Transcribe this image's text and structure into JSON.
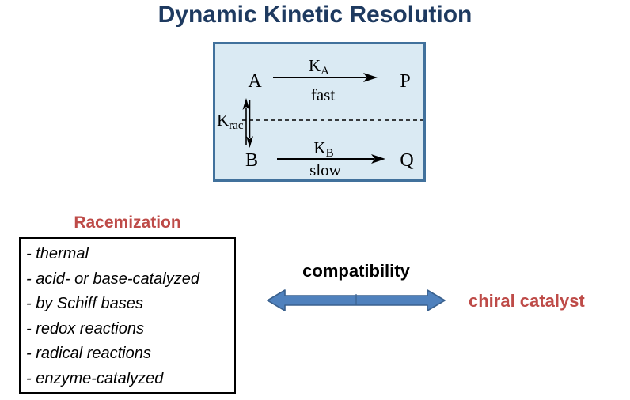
{
  "title": "Dynamic Kinetic Resolution",
  "scheme": {
    "species_top_left": "A",
    "species_top_right": "P",
    "species_bottom_left": "B",
    "species_bottom_right": "Q",
    "rate_constant_top": "K",
    "rate_constant_top_sub": "A",
    "rate_top_label": "fast",
    "rate_constant_bottom": "K",
    "rate_constant_bottom_sub": "B",
    "rate_bottom_label": "slow",
    "racemization_constant": "K",
    "racemization_constant_sub": "rac"
  },
  "racemization": {
    "heading": "Racemization",
    "items": [
      "- thermal",
      "- acid- or base-catalyzed",
      "- by Schiff bases",
      "- redox reactions",
      "- radical reactions",
      "- enzyme-catalyzed"
    ]
  },
  "compatibility": {
    "label": "compatibility"
  },
  "chiral_catalyst": {
    "label": "chiral catalyst"
  },
  "colors": {
    "title_blue": "#1E3A60",
    "accent_red": "#BE4B48",
    "scheme_box_fill": "#DAEAF3",
    "scheme_box_border": "#41719C",
    "arrow_fill": "#4F81BD",
    "arrow_stroke": "#3A618E"
  }
}
